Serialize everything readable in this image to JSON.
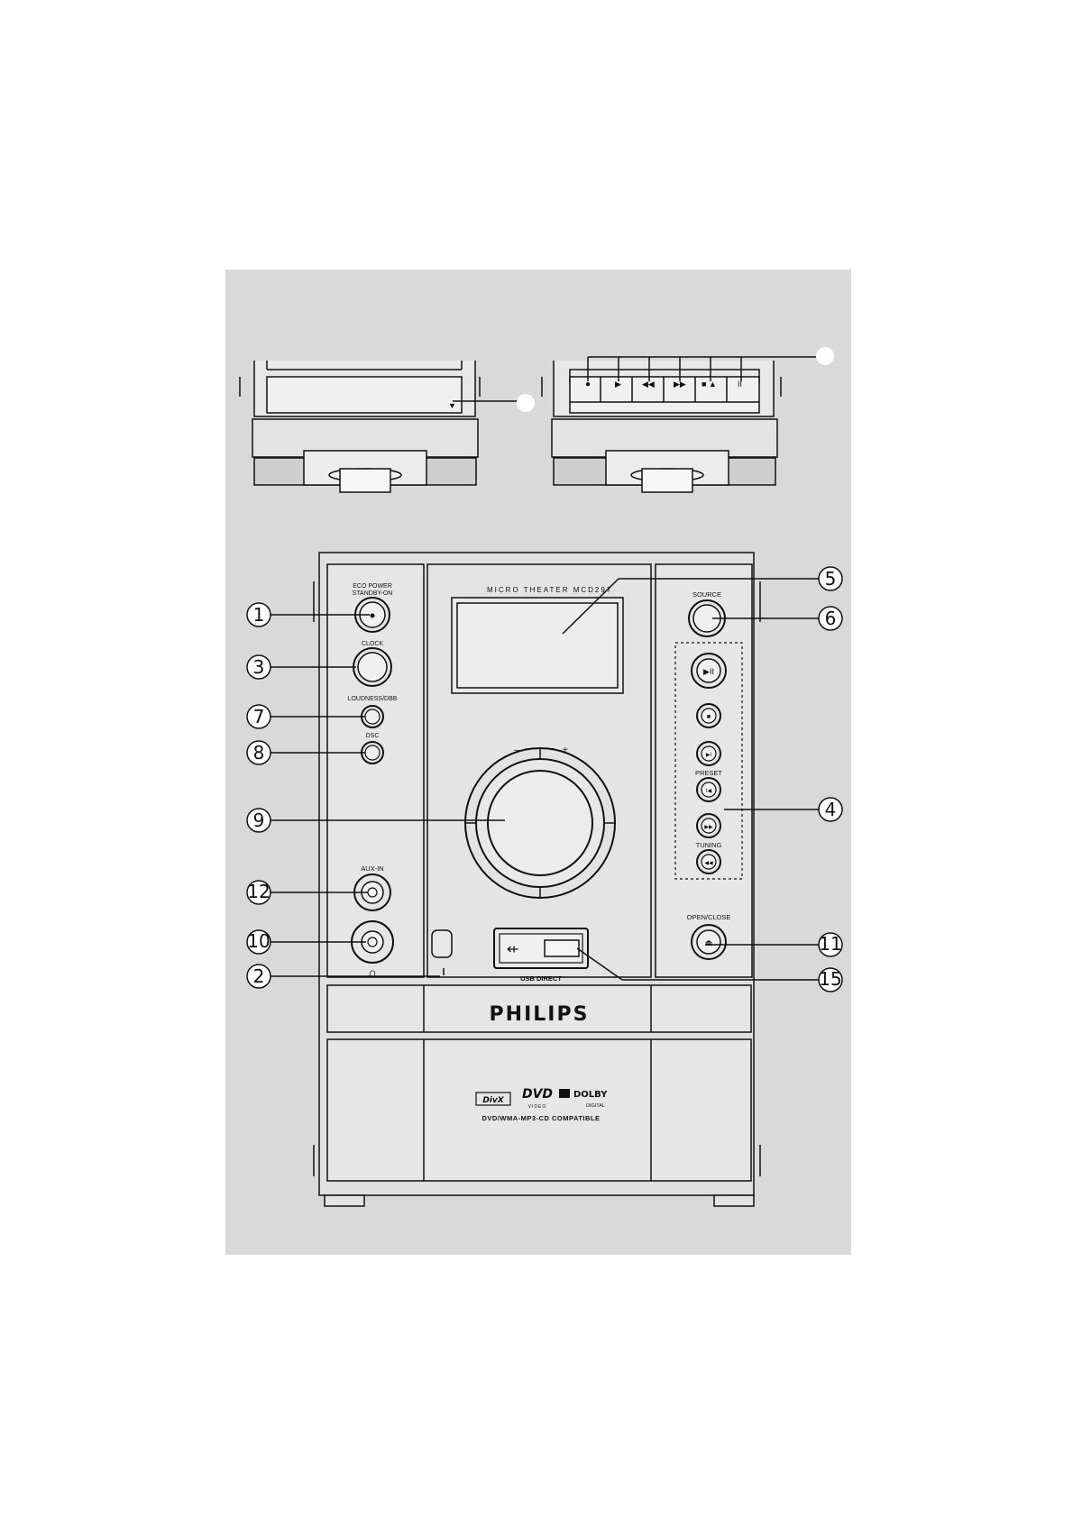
{
  "device": {
    "model_text": "MICRO THEATER MCD297",
    "brand": "PHILIPS",
    "compat_text": "DVD/WMA-MP3-CD COMPATIBLE",
    "logos": {
      "divx": "DivX",
      "dvd": "DVD",
      "dvd_sub": "VIDEO",
      "dolby": "DOLBY",
      "dolby_sub": "DIGITAL"
    }
  },
  "controls": {
    "eco_power": "ECO POWER",
    "standby_on": "STANDBY-ON",
    "clock": "CLOCK",
    "loudness": "LOUDNESS/DBB",
    "dsc": "DSC",
    "aux_in": "AUX-IN",
    "volume": "VOLUME",
    "volume_minus": "–",
    "volume_plus": "+",
    "usb_direct": "USB DIRECT",
    "source": "SOURCE",
    "preset": "PRESET",
    "tuning": "TUNING",
    "open_close": "OPEN/CLOSE"
  },
  "callouts": {
    "n1": "1",
    "n2": "2",
    "n3": "3",
    "n4": "4",
    "n5": "5",
    "n6": "6",
    "n7": "7",
    "n8": "8",
    "n9": "9",
    "n10": "10",
    "n11": "11",
    "n12": "12",
    "n15": "15"
  },
  "icons": [
    "record-icon",
    "play-icon",
    "rewind-icon",
    "fast-forward-icon",
    "stop-eject-icon",
    "pause-icon",
    "usb-icon",
    "headphones-icon",
    "eject-icon",
    "play-pause-icon",
    "stop-icon",
    "next-icon",
    "previous-icon"
  ],
  "colors": {
    "panel_background": "#d9d9d9",
    "device_face": "#e3e3e3",
    "line": "#111111"
  }
}
